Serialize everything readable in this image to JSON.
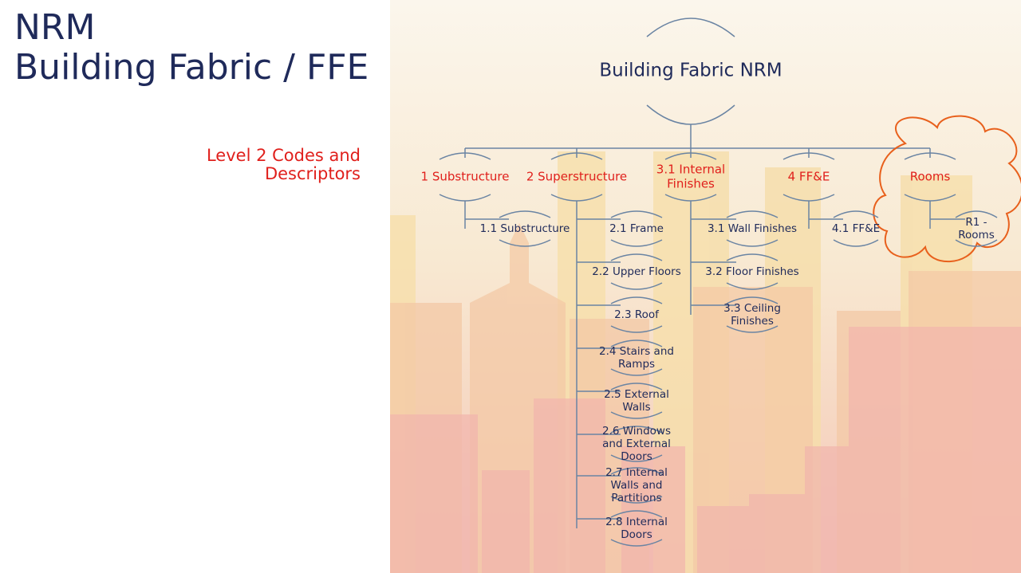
{
  "slide": {
    "title_line1": "NRM",
    "title_line2": "Building Fabric / FFE",
    "subtitle": "Level 2 Codes and Descriptors"
  },
  "diagram": {
    "root": {
      "label": "Building Fabric NRM"
    },
    "level1": [
      {
        "id": "sub",
        "lines": [
          "1 Substructure"
        ],
        "color": "#e0201c",
        "children": [
          {
            "lines": [
              "1.1 Substructure"
            ]
          }
        ]
      },
      {
        "id": "super",
        "lines": [
          "2 Superstructure"
        ],
        "color": "#e0201c",
        "children": [
          {
            "lines": [
              "2.1 Frame"
            ]
          },
          {
            "lines": [
              "2.2 Upper Floors"
            ]
          },
          {
            "lines": [
              "2.3 Roof"
            ]
          },
          {
            "lines": [
              "2.4 Stairs and",
              "Ramps"
            ]
          },
          {
            "lines": [
              "2.5 External",
              "Walls"
            ]
          },
          {
            "lines": [
              "2.6 Windows",
              "and External",
              "Doors"
            ]
          },
          {
            "lines": [
              "2.7 Internal",
              "Walls and",
              "Partitions"
            ]
          },
          {
            "lines": [
              "2.8 Internal",
              "Doors"
            ]
          }
        ]
      },
      {
        "id": "internal",
        "lines": [
          "3.1 Internal",
          "Finishes"
        ],
        "color": "#e0201c",
        "children": [
          {
            "lines": [
              "3.1 Wall Finishes"
            ]
          },
          {
            "lines": [
              "3.2 Floor Finishes"
            ]
          },
          {
            "lines": [
              "3.3 Ceiling",
              "Finishes"
            ]
          }
        ]
      },
      {
        "id": "ffe",
        "lines": [
          "4 FF&E"
        ],
        "color": "#e0201c",
        "children": [
          {
            "lines": [
              "4.1 FF&E"
            ]
          }
        ]
      },
      {
        "id": "rooms",
        "lines": [
          "Rooms"
        ],
        "color": "#e0201c",
        "children": [
          {
            "lines": [
              "R1 -",
              "Rooms"
            ]
          }
        ]
      }
    ],
    "colors": {
      "line": "#6a84a3",
      "text_dark": "#1f2a5a",
      "text_red": "#e0201c",
      "cloud": "#e8601c"
    }
  }
}
